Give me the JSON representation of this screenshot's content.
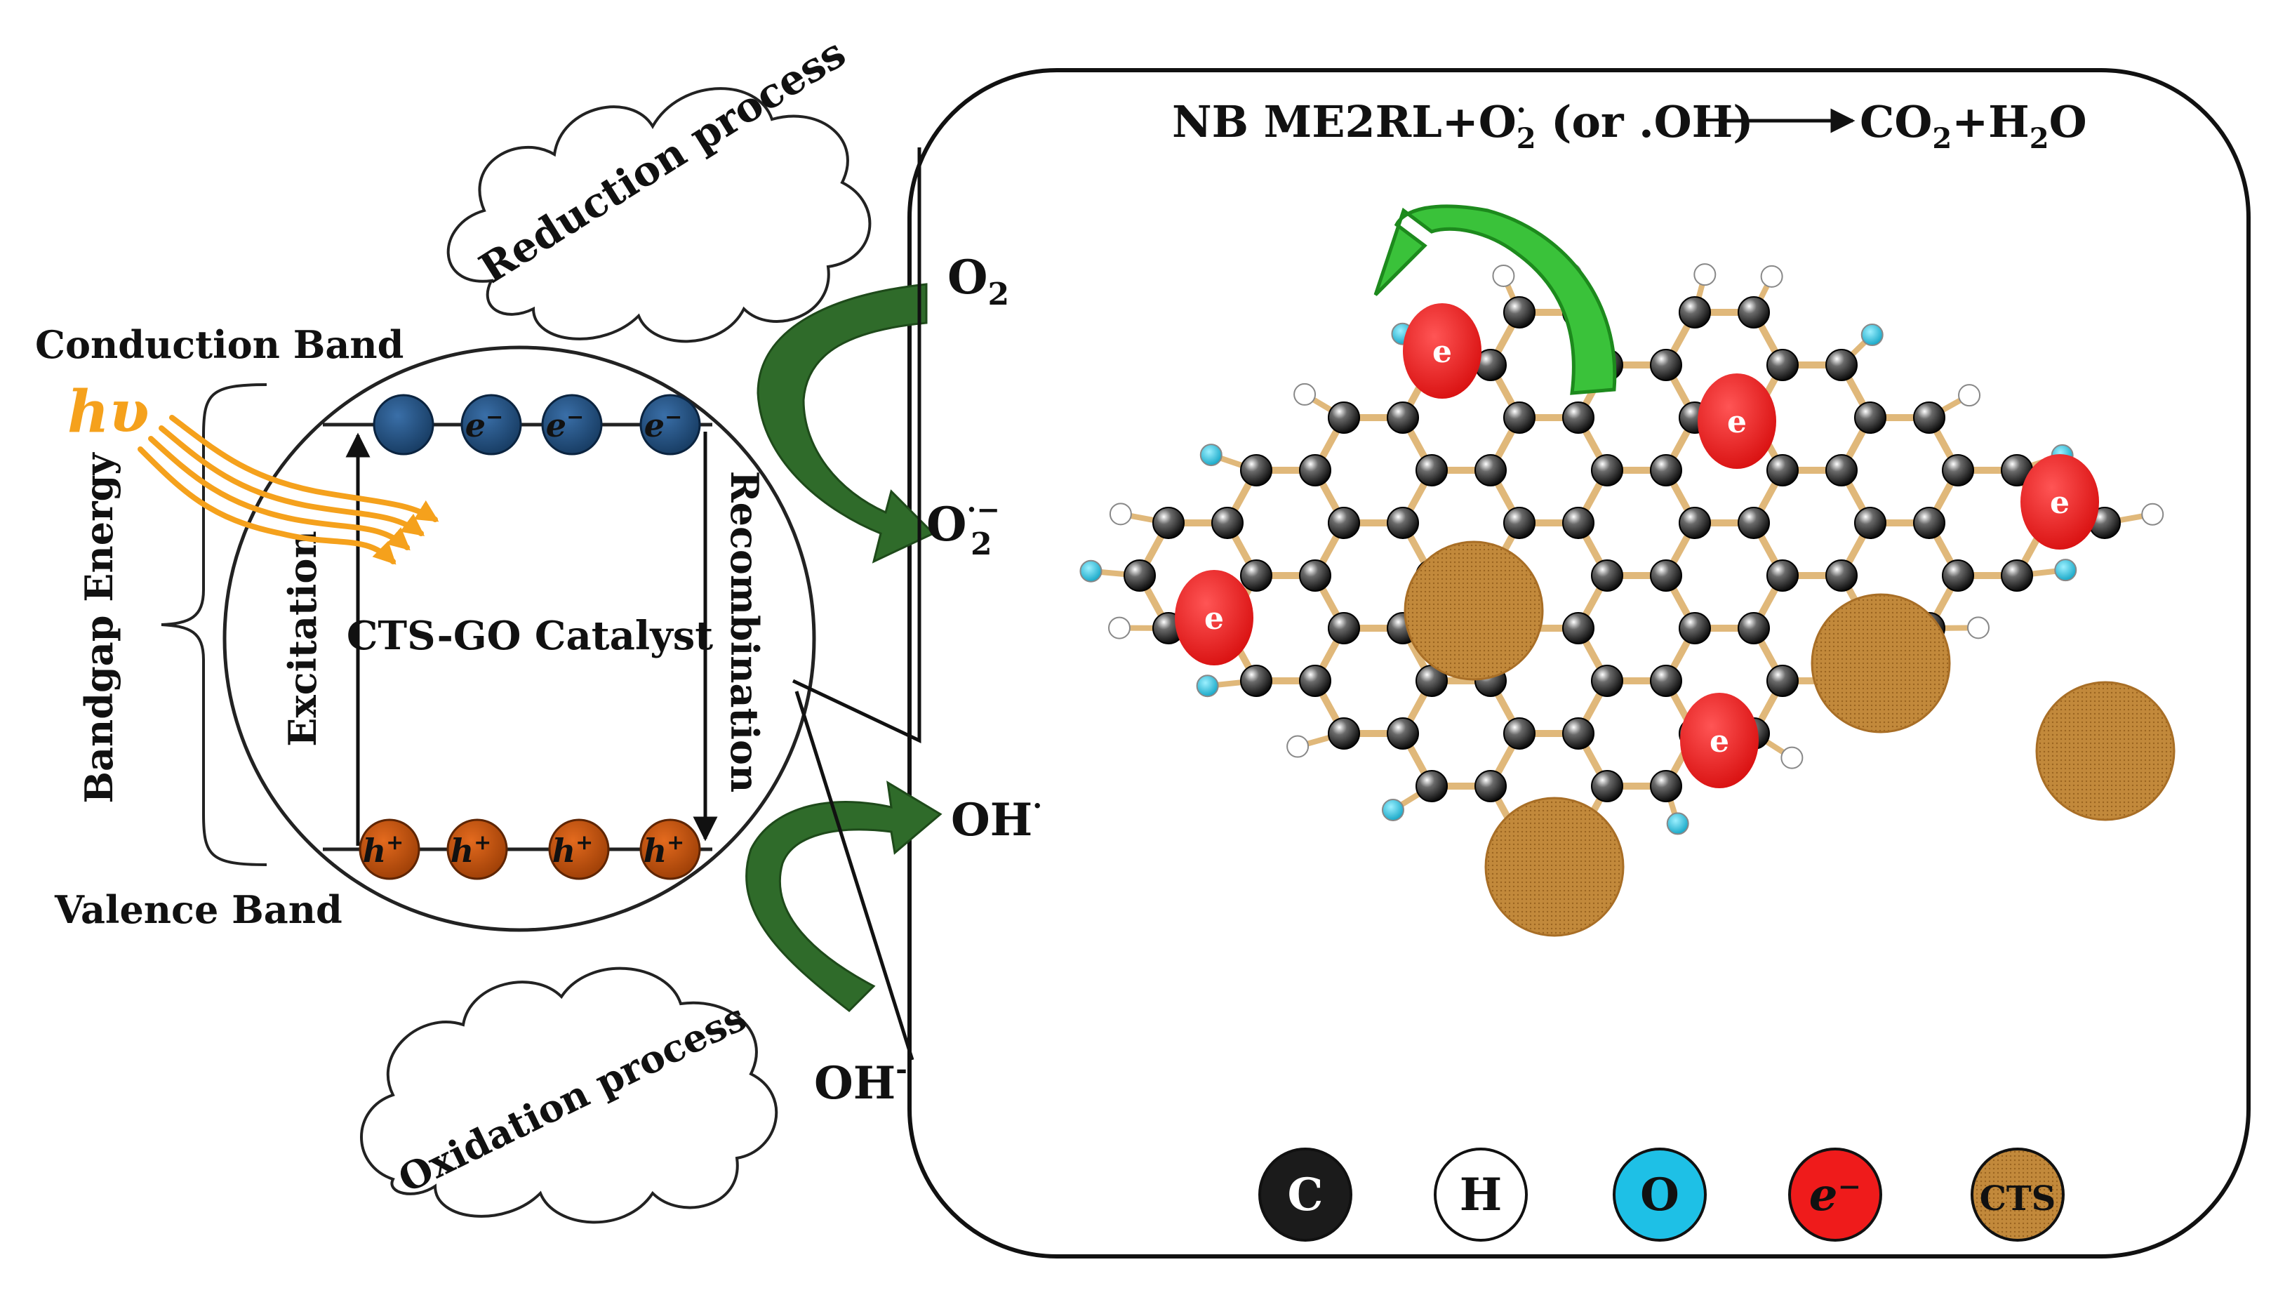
{
  "labels": {
    "conduction_band": "Conduction Band",
    "valence_band": "Valence Band",
    "bandgap_energy": "Bandgap Energy",
    "hv": "hυ",
    "excitation": "Excitation",
    "recombination": "Recombination",
    "catalyst": "CTS-GO Catalyst",
    "reduction_process": "Reduction process",
    "oxidation_process": "Oxidation process",
    "electron": "e",
    "electron_sup": "−",
    "hole": "h",
    "hole_sup": "+"
  },
  "species": {
    "o2_main": "O",
    "o2_sub": "2",
    "superoxide_main": "O",
    "superoxide_sup": "·−",
    "superoxide_sub": "2",
    "oh_radical_main": "OH",
    "oh_radical_sup": "·",
    "hydroxide_main": "OH",
    "hydroxide_sup": "-"
  },
  "equation": {
    "left": "NB ME2RL+O",
    "left_sup": "·",
    "left_sub": "2",
    "middle": " (or .OH)",
    "product_a": "CO",
    "product_a_sub": "2",
    "plus": "+H",
    "product_b_sub": "2",
    "product_b_tail": "O"
  },
  "legend": [
    {
      "name": "legend-carbon",
      "label": "C",
      "color": "#1b1b1b",
      "text_color": "#ffffff"
    },
    {
      "name": "legend-hydrogen",
      "label": "H",
      "color": "#ffffff",
      "text_color": "#111111"
    },
    {
      "name": "legend-oxygen",
      "label": "O",
      "color": "#1ec0e6",
      "text_color": "#111111"
    },
    {
      "name": "legend-electron",
      "label": "e⁻",
      "color": "#ef1b1b",
      "text_color": "#111111"
    },
    {
      "name": "legend-cts",
      "label": "CTS",
      "color": "#c2893b",
      "text_color": "#111111"
    }
  ],
  "sheet_electron_label": "e",
  "colors": {
    "electron_band": "#1f4e79",
    "hole_band": "#c0500a",
    "arrow_green": "#2f6b2a",
    "bright_green": "#3ac23a",
    "photon": "#f5a11c",
    "bond": "#e0b87a",
    "carbon": "#1b1b1b",
    "hydrogen": "#ffffff",
    "oxygen": "#1ec0e6",
    "electron_red": "#ef1b1b",
    "cts": "#c2893b"
  }
}
